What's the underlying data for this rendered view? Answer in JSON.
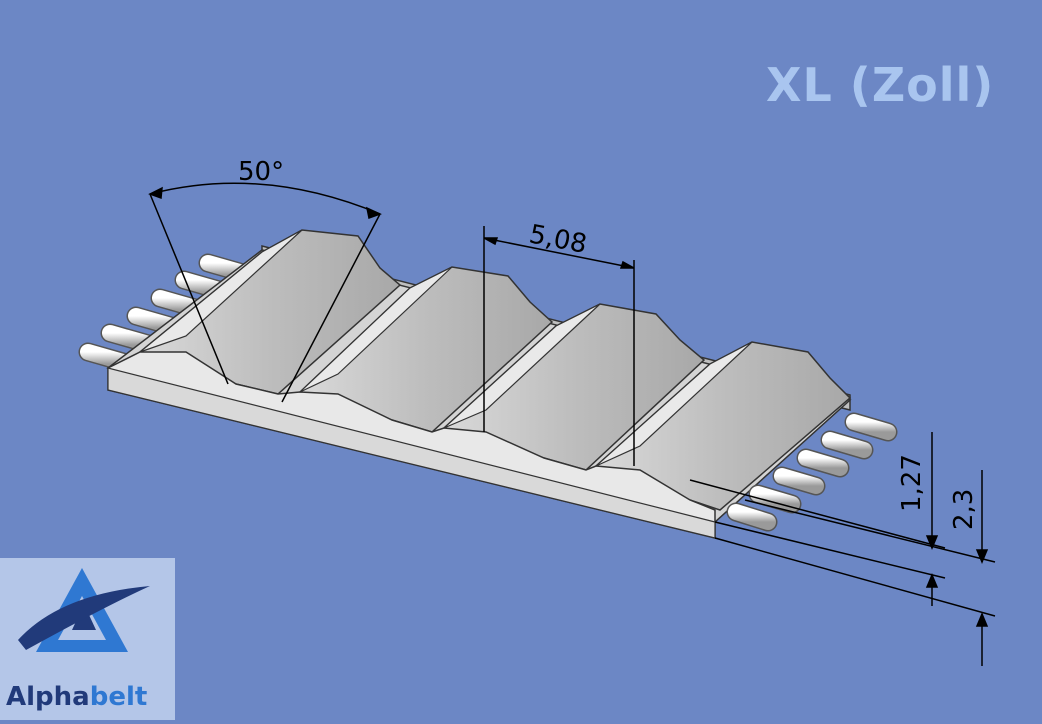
{
  "title": "XL (Zoll)",
  "brand": {
    "part1": "Alpha",
    "part2": "belt"
  },
  "dimensions": {
    "angle": "50°",
    "pitch": "5,08",
    "tooth_height": "1,27",
    "belt_thickness": "2,3"
  },
  "colors": {
    "background": "#6c87c5",
    "belt_face": "#e6e6e6",
    "belt_shade": "#c7c7c7",
    "title": "#a9c5ef",
    "logo_bg": "#b4c6e8",
    "logo_dark": "#213a7a",
    "logo_light": "#2f78d2"
  }
}
